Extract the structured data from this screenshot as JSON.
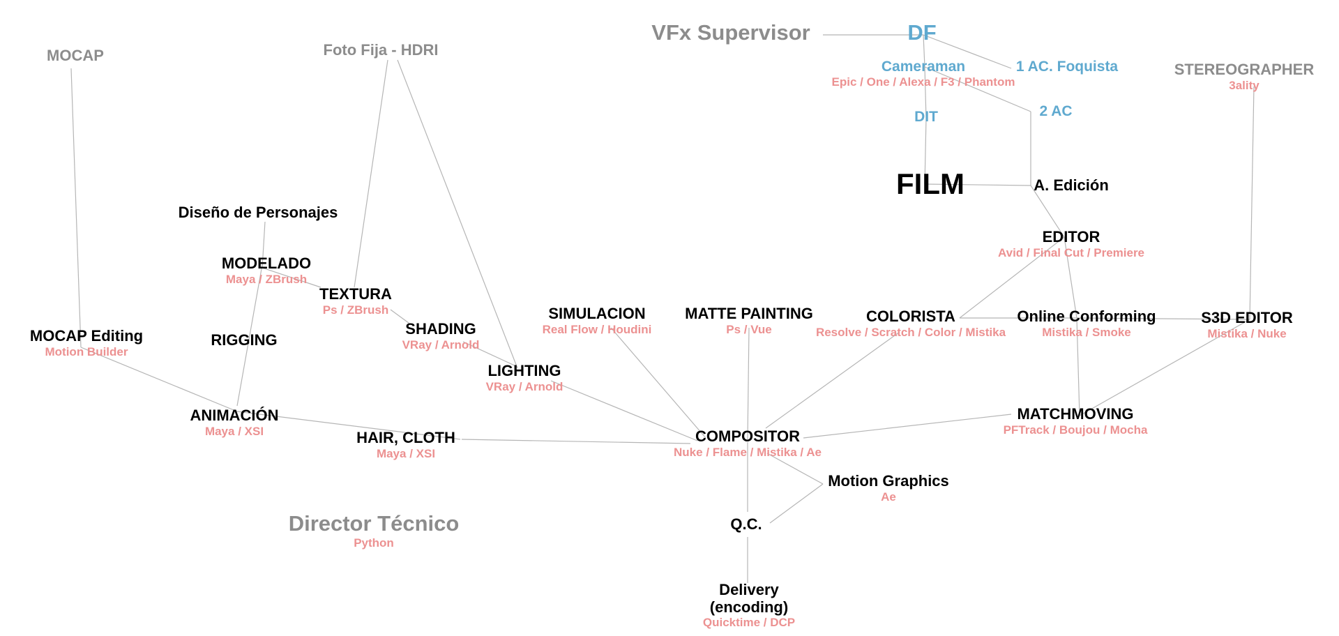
{
  "colors": {
    "main": "#000000",
    "gray": "#8c8c8c",
    "blue": "#5fa9cf",
    "tools": "#ec9191",
    "edge": "#b5b5b5"
  },
  "nodes": {
    "mocap": {
      "label": "MOCAP"
    },
    "foto_fija": {
      "label": "Foto Fija - HDRI"
    },
    "vfx_supervisor": {
      "label": "VFx Supervisor"
    },
    "df": {
      "label": "DF"
    },
    "cameraman": {
      "label": "Cameraman",
      "tools": "Epic / One / Alexa / F3 / Phantom"
    },
    "foquista": {
      "label": "1 AC. Foquista"
    },
    "dit": {
      "label": "DIT"
    },
    "two_ac": {
      "label": "2 AC"
    },
    "stereographer": {
      "label": "STEREOGRAPHER",
      "tools": "3ality"
    },
    "film": {
      "label": "FILM"
    },
    "edicion": {
      "label": "A. Edición"
    },
    "editor": {
      "label": "EDITOR",
      "tools": "Avid / Final Cut / Premiere"
    },
    "diseno": {
      "label": "Diseño de Personajes"
    },
    "modelado": {
      "label": "MODELADO",
      "tools": "Maya / ZBrush"
    },
    "textura": {
      "label": "TEXTURA",
      "tools": "Ps / ZBrush"
    },
    "shading": {
      "label": "SHADING",
      "tools": "VRay / Arnold"
    },
    "mocap_editing": {
      "label": "MOCAP Editing",
      "tools": "Motion Builder"
    },
    "rigging": {
      "label": "RIGGING"
    },
    "simulacion": {
      "label": "SIMULACION",
      "tools": "Real Flow / Houdini"
    },
    "matte_painting": {
      "label": "MATTE PAINTING",
      "tools": "Ps / Vue"
    },
    "colorista": {
      "label": "COLORISTA",
      "tools": "Resolve / Scratch / Color / Mistika"
    },
    "online_conforming": {
      "label": "Online Conforming",
      "tools": "Mistika / Smoke"
    },
    "s3d_editor": {
      "label": "S3D EDITOR",
      "tools": "Mistika / Nuke"
    },
    "lighting": {
      "label": "LIGHTING",
      "tools": "VRay / Arnold"
    },
    "animacion": {
      "label": "ANIMACIÓN",
      "tools": "Maya / XSI"
    },
    "hair_cloth": {
      "label": "HAIR, CLOTH",
      "tools": "Maya / XSI"
    },
    "compositor": {
      "label": "COMPOSITOR",
      "tools": "Nuke / Flame / Mistika / Ae"
    },
    "matchmoving": {
      "label": "MATCHMOVING",
      "tools": "PFTrack / Boujou / Mocha"
    },
    "motion_graphics": {
      "label": "Motion Graphics",
      "tools": "Ae"
    },
    "director_tecnico": {
      "label": "Director Técnico",
      "tools": "Python"
    },
    "qc": {
      "label": "Q.C."
    },
    "delivery": {
      "label": "Delivery (encoding)",
      "tools": "Quicktime / DCP"
    }
  },
  "edges": [
    [
      "vfx_supervisor",
      "df"
    ],
    [
      "df",
      "cameraman"
    ],
    [
      "df",
      "foquista"
    ],
    [
      "cameraman",
      "dit"
    ],
    [
      "cameraman",
      "two_ac"
    ],
    [
      "dit",
      "film"
    ],
    [
      "two_ac",
      "edicion"
    ],
    [
      "film",
      "edicion"
    ],
    [
      "edicion",
      "editor"
    ],
    [
      "stereographer",
      "s3d_editor"
    ],
    [
      "editor",
      "colorista"
    ],
    [
      "editor",
      "online_conforming"
    ],
    [
      "colorista",
      "online_conforming"
    ],
    [
      "online_conforming",
      "s3d_editor"
    ],
    [
      "online_conforming",
      "matchmoving"
    ],
    [
      "s3d_editor",
      "matchmoving"
    ],
    [
      "colorista",
      "compositor"
    ],
    [
      "matte_painting",
      "compositor"
    ],
    [
      "simulacion",
      "compositor"
    ],
    [
      "lighting",
      "compositor"
    ],
    [
      "hair_cloth",
      "compositor"
    ],
    [
      "matchmoving",
      "compositor"
    ],
    [
      "compositor",
      "motion_graphics"
    ],
    [
      "compositor",
      "qc"
    ],
    [
      "motion_graphics",
      "qc"
    ],
    [
      "qc",
      "delivery"
    ],
    [
      "mocap",
      "mocap_editing"
    ],
    [
      "mocap_editing",
      "animacion"
    ],
    [
      "animacion",
      "hair_cloth"
    ],
    [
      "animacion",
      "modelado"
    ],
    [
      "diseno",
      "modelado"
    ],
    [
      "modelado",
      "textura"
    ],
    [
      "textura",
      "shading"
    ],
    [
      "shading",
      "lighting"
    ],
    [
      "foto_fija",
      "textura"
    ],
    [
      "foto_fija",
      "lighting"
    ]
  ]
}
